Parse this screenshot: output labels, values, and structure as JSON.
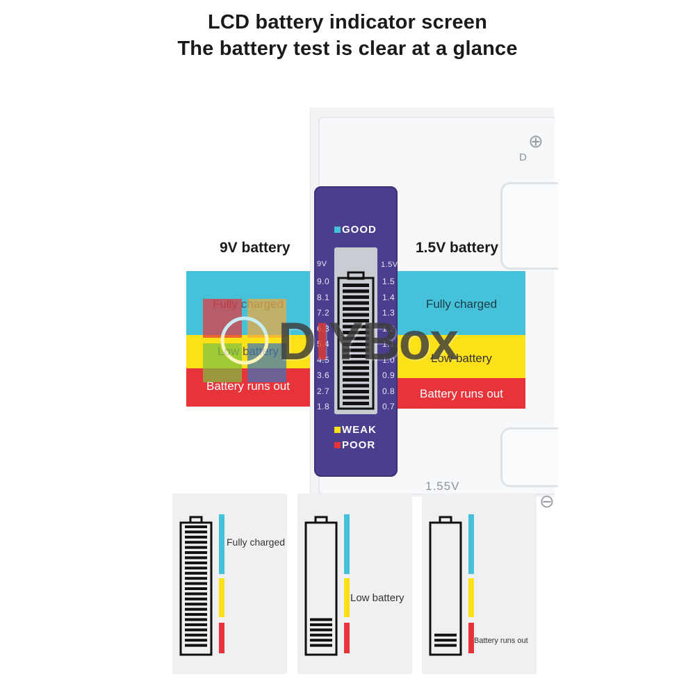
{
  "header": {
    "line1": "LCD battery indicator screen",
    "line2": "The battery test is clear at a glance"
  },
  "sections": {
    "nine_volt": {
      "title": "9V battery",
      "full": "Fully charged",
      "low": "Low battery",
      "out": "Battery runs out"
    },
    "one_five_volt": {
      "title": "1.5V battery",
      "full": "Fully charged",
      "low": "Low battery",
      "out": "Battery runs out"
    }
  },
  "tester": {
    "good": "GOOD",
    "weak": "WEAK",
    "poor": "POOR",
    "scale_left_header": "9V",
    "scale_right_header": "1.5V",
    "scale_left": [
      "9.0",
      "8.1",
      "7.2",
      "6.3",
      "5.4",
      "4.5",
      "3.6",
      "2.7",
      "1.8"
    ],
    "scale_right": [
      "1.5",
      "1.4",
      "1.3",
      "1.2",
      "1.1",
      "1.0",
      "0.9",
      "0.8",
      "0.7"
    ],
    "terminal_label": "D",
    "voltage": "1.55V"
  },
  "watermark": "DIYBox",
  "cards": [
    {
      "label": "Fully charged",
      "level": 1.0
    },
    {
      "label": "Low battery",
      "level": 0.25
    },
    {
      "label": "Battery runs out",
      "level": 0.12
    }
  ],
  "colors": {
    "good": "#45c2d9",
    "weak": "#fce018",
    "poor": "#e8333a",
    "panel": "#4a3e8e"
  },
  "icons": {
    "plus": "plus-terminal-icon",
    "minus": "minus-terminal-icon",
    "battery": "battery-icon"
  }
}
